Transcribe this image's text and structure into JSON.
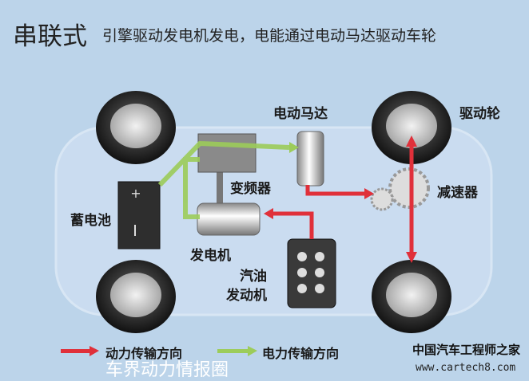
{
  "title": "串联式",
  "subtitle": "引擎驱动发电机发电，电能通过电动马达驱动车轮",
  "labels": {
    "motor": "电动马达",
    "drive_wheel": "驱动轮",
    "inverter": "变频器",
    "reducer": "减速器",
    "battery": "蓄电池",
    "generator": "发电机",
    "engine_line1": "汽油",
    "engine_line2": "发动机",
    "battery_plus": "+",
    "battery_minus": "|"
  },
  "legend": [
    {
      "label": "动力传输方向",
      "color": "#e0303a"
    },
    {
      "label": "电力传输方向",
      "color": "#9ccc5a"
    }
  ],
  "watermark": {
    "brand": "车界动力情报圈",
    "site_name": "中国汽车工程师之家",
    "url": "www.cartech8.com"
  }
}
